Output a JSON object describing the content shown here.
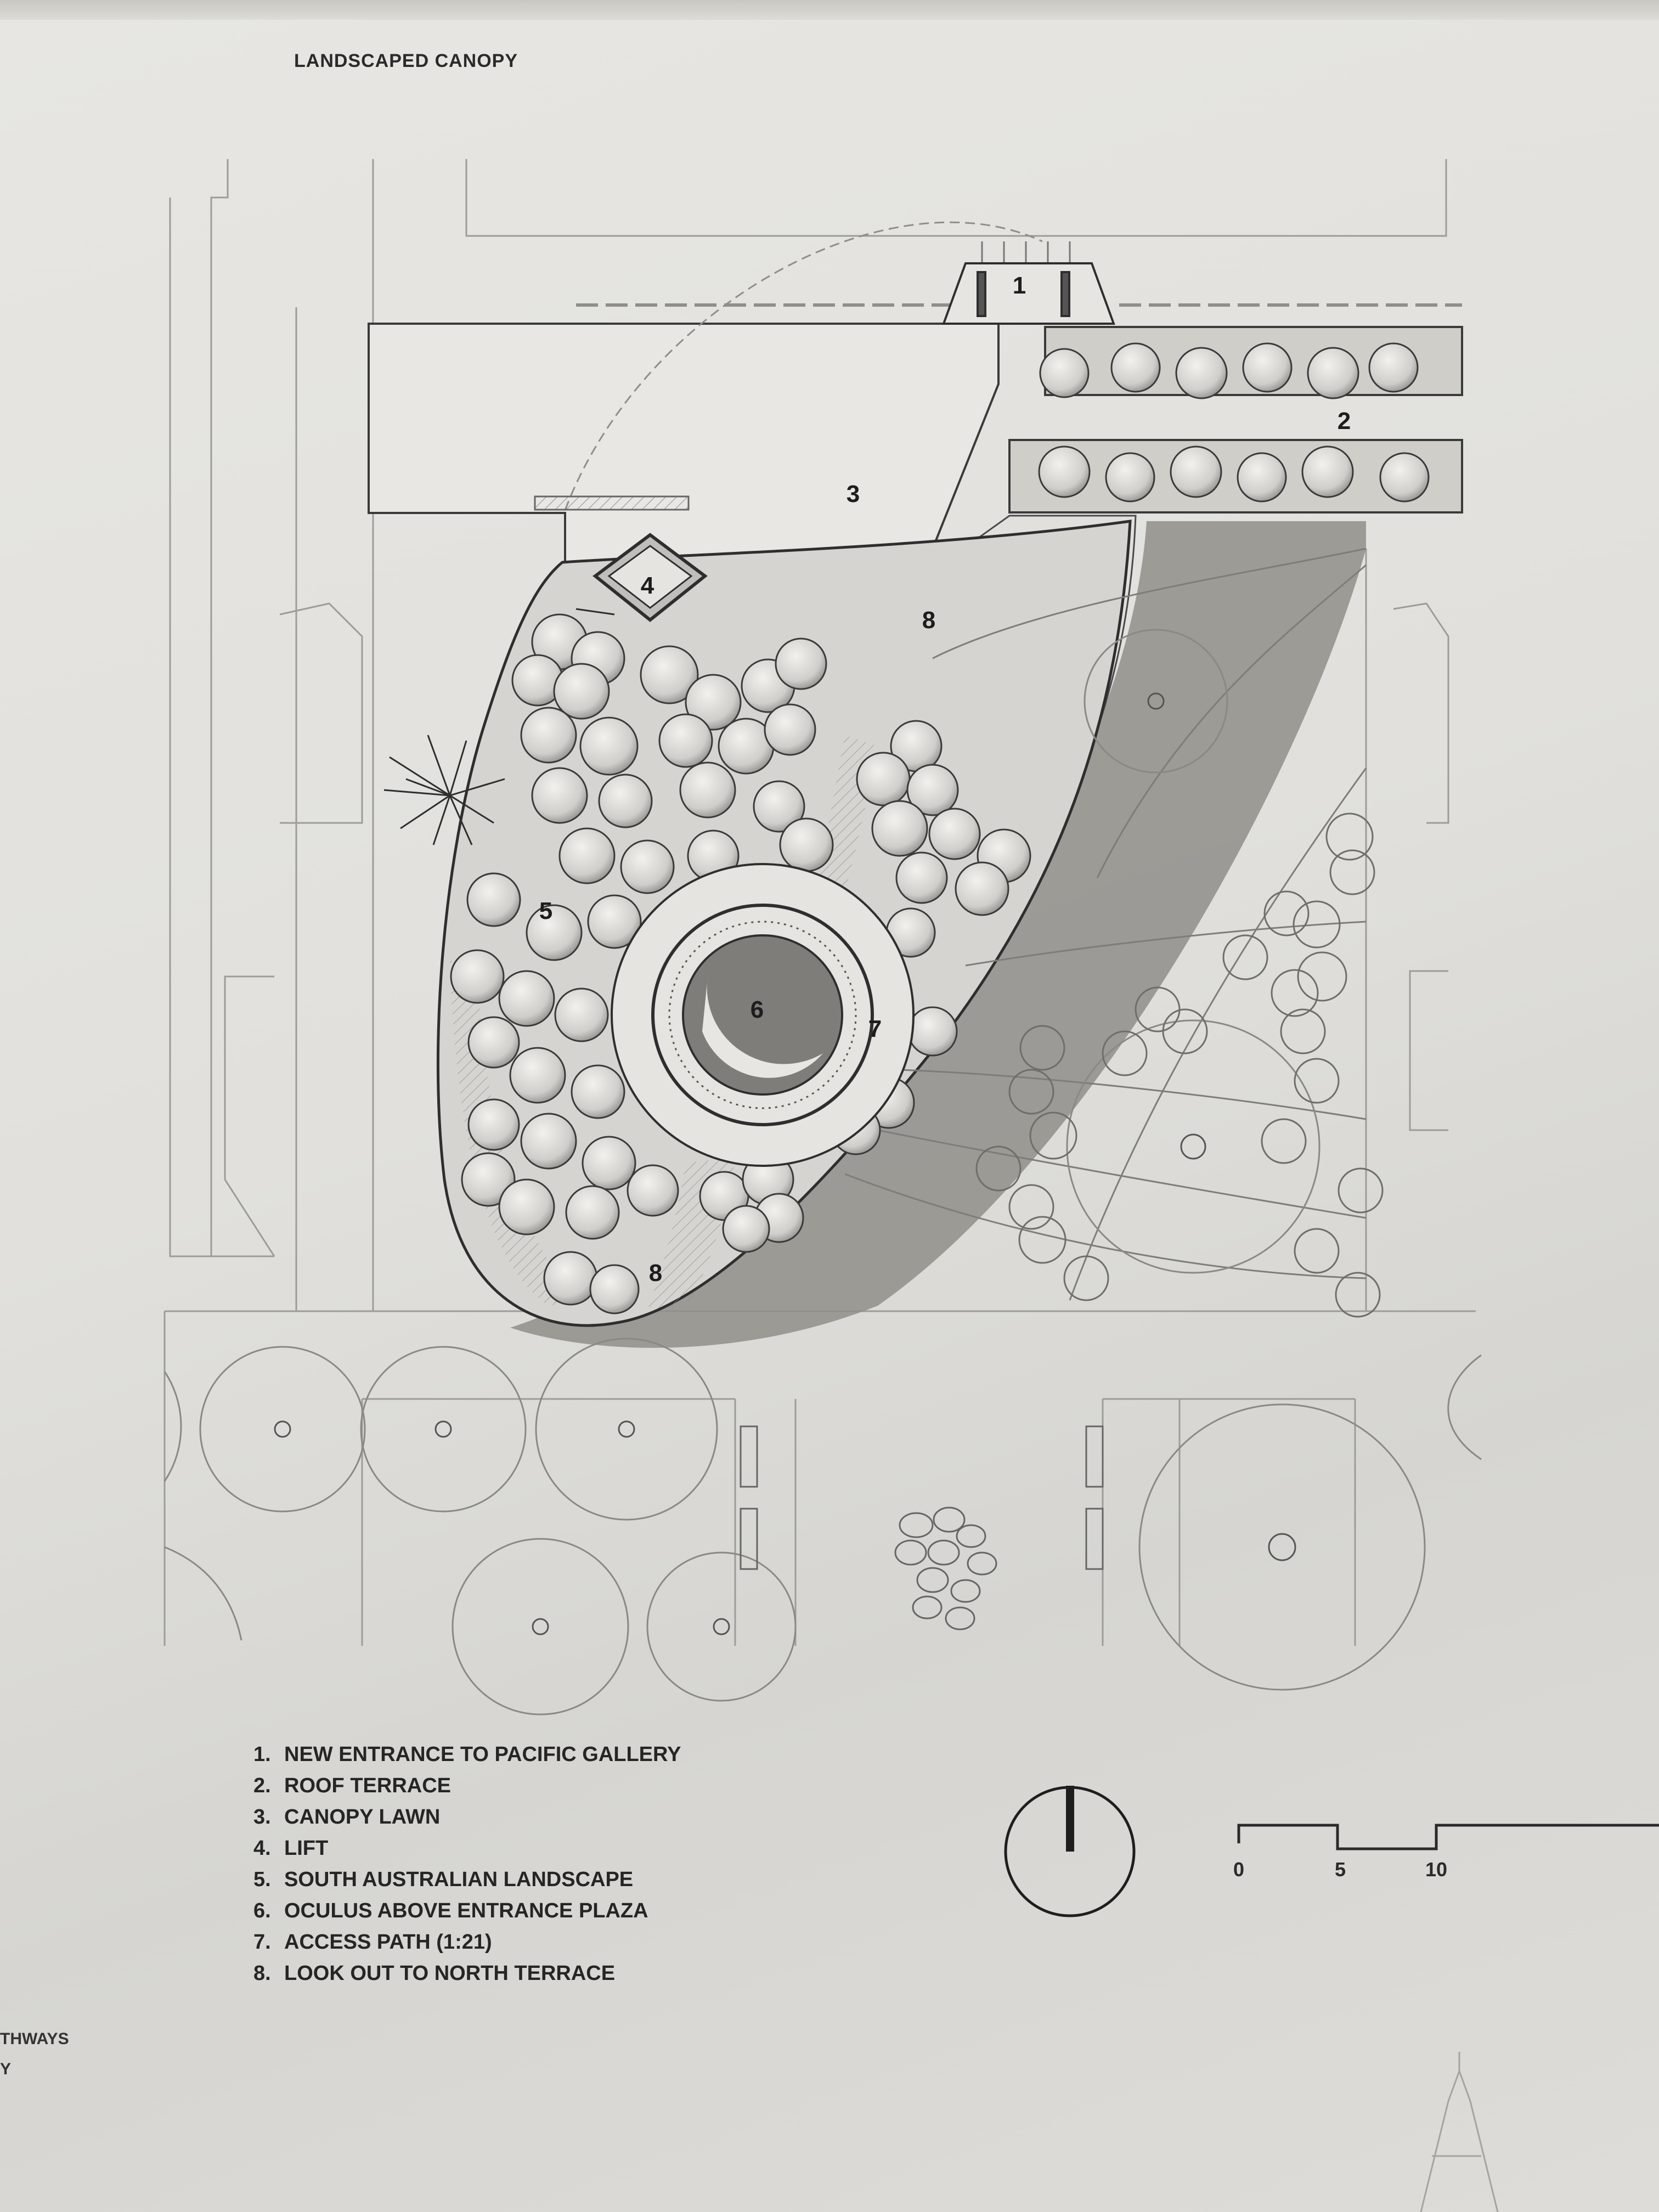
{
  "title": "LANDSCAPED CANOPY",
  "plan_labels": [
    "1",
    "2",
    "3",
    "4",
    "5",
    "6",
    "7",
    "8",
    "8"
  ],
  "legend": [
    {
      "num": "1.",
      "text": "NEW ENTRANCE TO PACIFIC GALLERY"
    },
    {
      "num": "2.",
      "text": "ROOF TERRACE"
    },
    {
      "num": "3.",
      "text": "CANOPY LAWN"
    },
    {
      "num": "4.",
      "text": "LIFT"
    },
    {
      "num": "5.",
      "text": "SOUTH AUSTRALIAN LANDSCAPE"
    },
    {
      "num": "6.",
      "text": "OCULUS ABOVE ENTRANCE PLAZA"
    },
    {
      "num": "7.",
      "text": "ACCESS PATH (1:21)"
    },
    {
      "num": "8.",
      "text": "LOOK OUT TO NORTH TERRACE"
    }
  ],
  "scale_ticks": [
    "0",
    "5",
    "10"
  ],
  "edge_text": [
    "THWAYS",
    "Y"
  ],
  "colors": {
    "ink": "#2a2a2a",
    "paper": "#e4e3df",
    "shadow": "#9a9996"
  }
}
